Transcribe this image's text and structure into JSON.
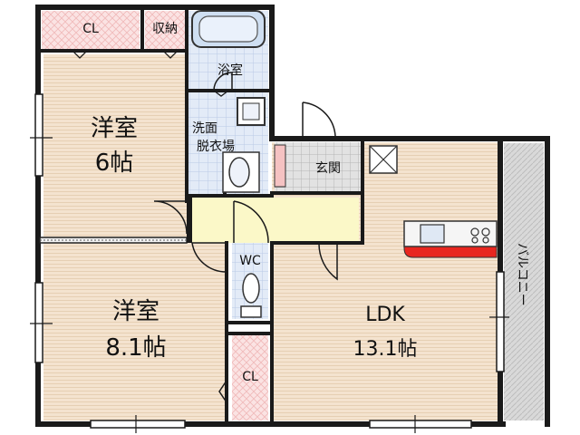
{
  "rooms": {
    "western_6": {
      "name": "洋室",
      "size": "6帖"
    },
    "western_8": {
      "name": "洋室",
      "size": "8.1帖"
    },
    "ldk": {
      "name": "LDK",
      "size": "13.1帖"
    },
    "closet_top": "CL",
    "storage": "収納",
    "bath": "浴室",
    "washroom_line1": "洗面",
    "washroom_line2": "脱衣場",
    "entrance": "玄関",
    "wc": "WC",
    "closet_bottom": "CL",
    "balcony": "バルコニー"
  },
  "colors": {
    "floor_wood": "#f4e3cf",
    "floor_wood_line": "#e2c9ad",
    "closet_pink": "#f9d6d6",
    "bath_blue": "#dde6f5",
    "hall_yellow": "#fbf8c8",
    "entrance_gray": "#d9d9d9",
    "balcony_gray": "#d6d6d6",
    "counter_red": "#e8261f",
    "wall": "#1a1a1a"
  }
}
